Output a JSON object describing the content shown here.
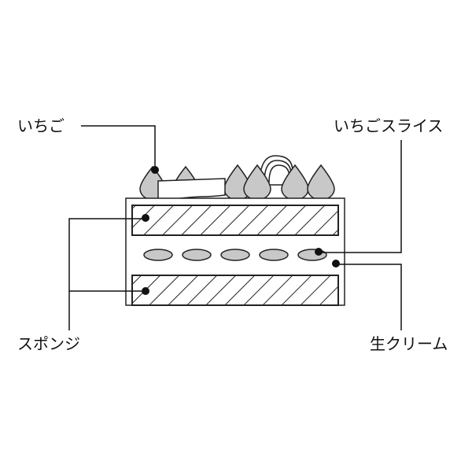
{
  "labels": {
    "strawberry": "いちご",
    "strawberry_slice": "いちごスライス",
    "sponge": "スポンジ",
    "fresh_cream": "生クリーム"
  },
  "colors": {
    "fill_gray": "#c8c8c8",
    "stroke": "#222222"
  }
}
